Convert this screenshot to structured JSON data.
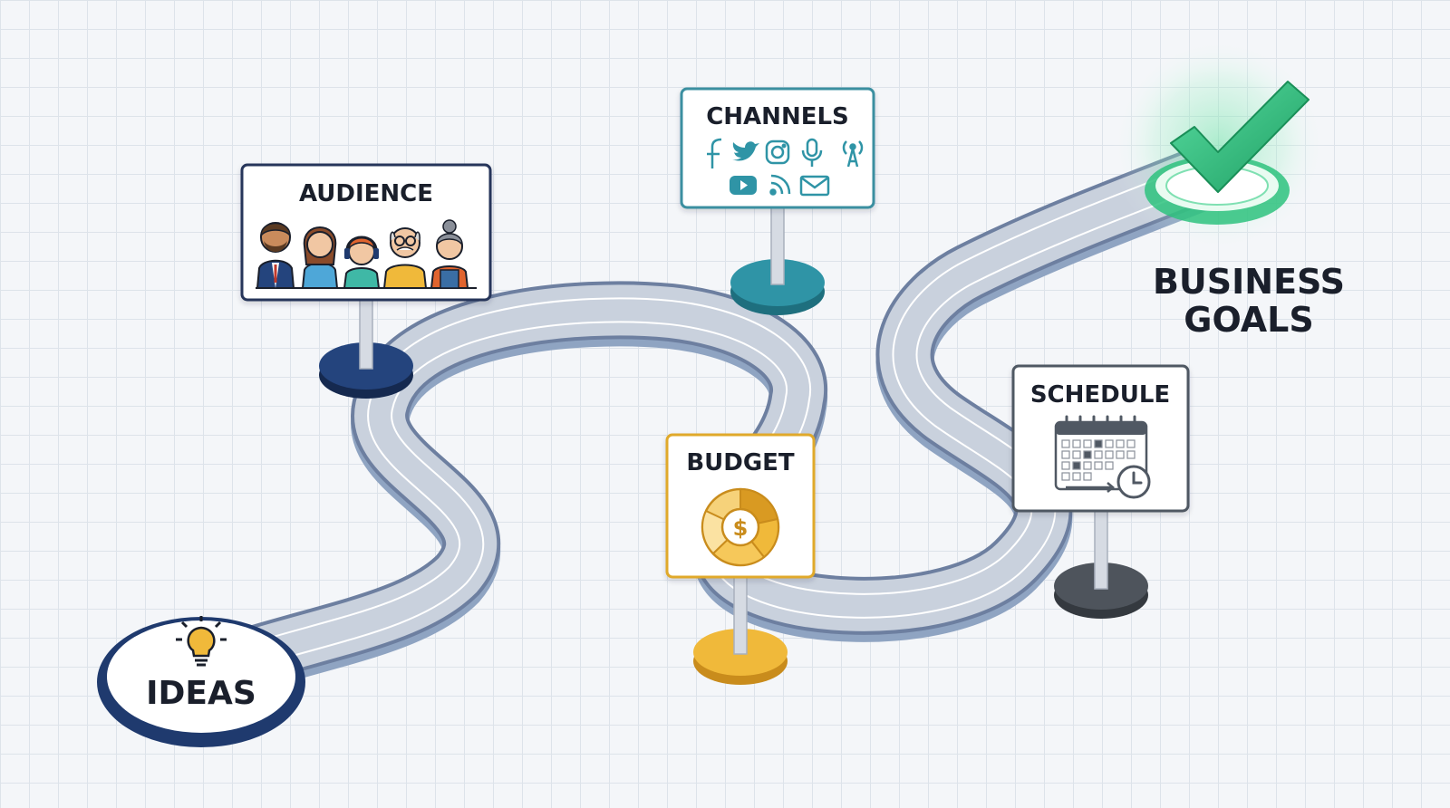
{
  "start": {
    "label": "IDEAS",
    "icon": "lightbulb-icon",
    "color": "#1f3a6e"
  },
  "signs": [
    {
      "id": "audience",
      "title": "AUDIENCE",
      "icon": "people-group-icon",
      "border": "#26365a",
      "base": "#1f3a6e"
    },
    {
      "id": "channels",
      "title": "CHANNELS",
      "icon": "social-media-icons",
      "border": "#3a8fa0",
      "base": "#2f94a6"
    },
    {
      "id": "budget",
      "title": "BUDGET",
      "icon": "dollar-pie-chart-icon",
      "border": "#e0a92c",
      "base": "#f0b93a"
    },
    {
      "id": "schedule",
      "title": "SCHEDULE",
      "icon": "calendar-clock-icon",
      "border": "#505863",
      "base": "#4e545c"
    }
  ],
  "goal": {
    "line1": "BUSINESS",
    "line2": "GOALS",
    "icon": "checkmark-icon",
    "color": "#2ec27e"
  }
}
